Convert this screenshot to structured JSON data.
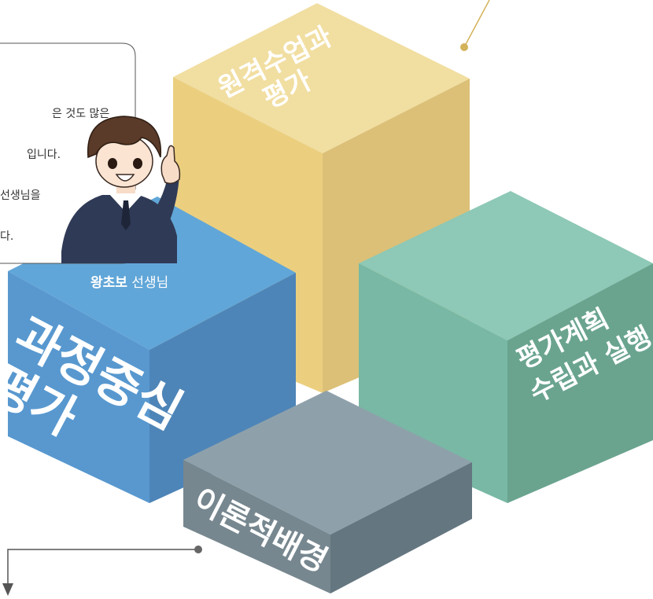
{
  "speech": {
    "lines": [
      "은 것도 많은",
      "입니다.",
      " 선생님을",
      "다."
    ]
  },
  "teacher": {
    "name": "왕초보",
    "suffix": " 선생님"
  },
  "blocks": {
    "top_label_1": "원격수업과",
    "top_label_2": "평가",
    "left_label_1": "과정중심",
    "left_label_2": "평가",
    "right_label_1": "평가계획",
    "right_label_2": "수립과 실행",
    "front_label": "이론적배경"
  },
  "colors": {
    "yellow_top": "#f1dea1",
    "yellow_left": "#ebcf7f",
    "yellow_right": "#dcc077",
    "blue_top": "#61a6d8",
    "blue_left": "#5898cf",
    "blue_right": "#4e85b8",
    "green_top": "#8ec8b6",
    "green_left": "#78b8a4",
    "green_right": "#6aa48f",
    "gray_top": "#8ea1ab",
    "gray_left": "#77878f",
    "gray_right": "#647680",
    "accent_line": "#d3b25a"
  }
}
